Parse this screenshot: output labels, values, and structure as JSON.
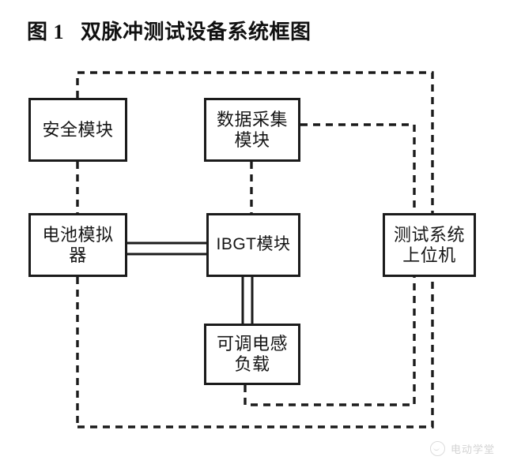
{
  "figure": {
    "number": "图 1",
    "title": "双脉冲测试设备系统框图",
    "full_title": "图 1   双脉冲测试设备系统框图"
  },
  "blocks": [
    {
      "id": "safety",
      "label": "安全模块",
      "name": "block-safety"
    },
    {
      "id": "daq",
      "label": "数据采集\n模块",
      "name": "block-daq"
    },
    {
      "id": "battery_sim",
      "label": "电池模拟\n器",
      "name": "block-battery-sim"
    },
    {
      "id": "igbt",
      "label": "IBGT模块",
      "name": "block-igbt"
    },
    {
      "id": "host",
      "label": "测试系统\n上位机",
      "name": "block-host"
    },
    {
      "id": "load",
      "label": "可调电感\n负载",
      "name": "block-load"
    }
  ],
  "connections": [
    {
      "from": "safety",
      "to": "battery_sim",
      "style": "dashed",
      "name": "wire-safety-to-battery-sim"
    },
    {
      "from": "safety",
      "to": "top_rail",
      "style": "dashed",
      "name": "wire-safety-to-top-rail"
    },
    {
      "from": "daq",
      "to": "igbt",
      "style": "dashed",
      "name": "wire-daq-to-igbt"
    },
    {
      "from": "daq",
      "to": "host",
      "style": "dashed",
      "name": "wire-daq-to-host"
    },
    {
      "from": "top_rail",
      "to": "host",
      "style": "dashed",
      "name": "wire-top-rail-to-host"
    },
    {
      "from": "battery_sim",
      "to": "igbt",
      "style": "solid-double",
      "name": "wire-battery-sim-to-igbt"
    },
    {
      "from": "igbt",
      "to": "load",
      "style": "solid-double",
      "name": "wire-igbt-to-load"
    },
    {
      "from": "load",
      "to": "host",
      "style": "dashed",
      "name": "wire-load-to-host"
    },
    {
      "from": "battery_sim",
      "to": "bottom_rail",
      "style": "dashed",
      "name": "wire-battery-sim-to-bottom-rail"
    },
    {
      "from": "bottom_rail",
      "to": "host",
      "style": "dashed",
      "name": "wire-bottom-rail-to-host"
    }
  ],
  "watermark": {
    "text": "电动学堂",
    "logo_icon": "circle-smile-icon"
  },
  "colors": {
    "line": "#1b1b1b",
    "box_border": "#1b1b1b",
    "background": "#ffffff",
    "text": "#151515",
    "watermark": "#8a8a8a"
  }
}
